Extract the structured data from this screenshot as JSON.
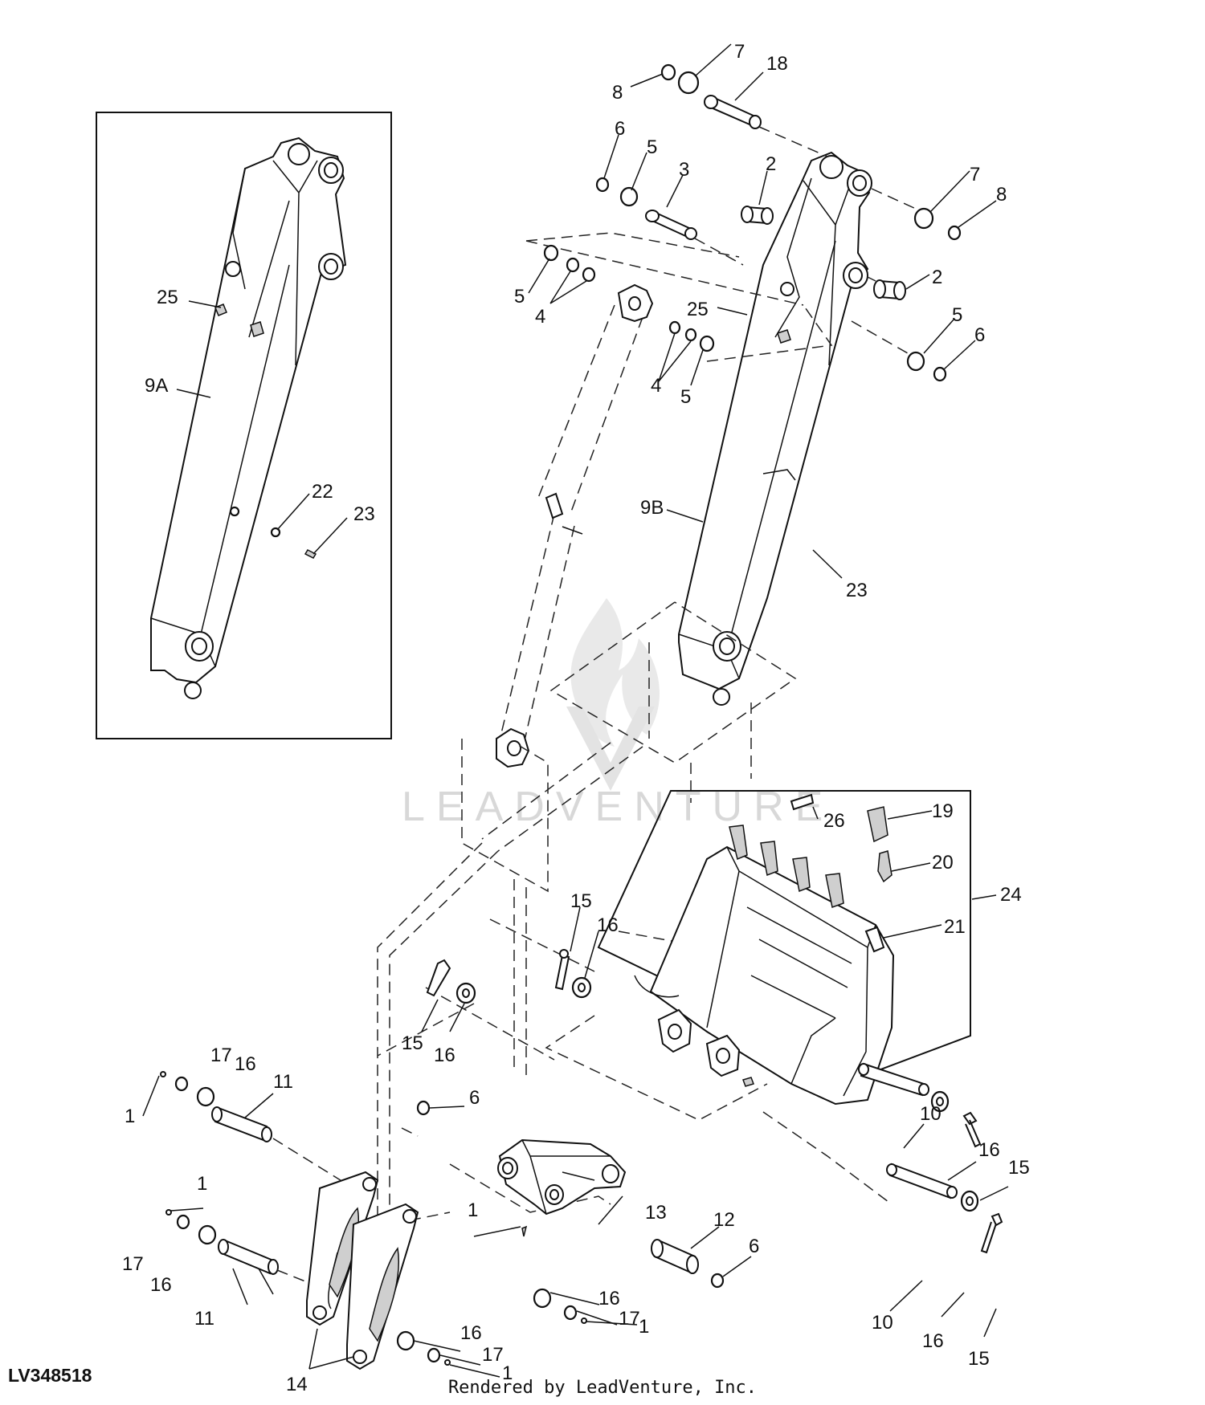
{
  "figure_id": "LV348518",
  "credit": "Rendered by LeadVenture, Inc.",
  "watermark": "LEADVENTURE",
  "callouts": [
    {
      "id": "c-7-top",
      "text": "7"
    },
    {
      "id": "c-18",
      "text": "18"
    },
    {
      "id": "c-8-top",
      "text": "8"
    },
    {
      "id": "c-6-a",
      "text": "6"
    },
    {
      "id": "c-5-a",
      "text": "5"
    },
    {
      "id": "c-3",
      "text": "3"
    },
    {
      "id": "c-2-a",
      "text": "2"
    },
    {
      "id": "c-7-right",
      "text": "7"
    },
    {
      "id": "c-8-right",
      "text": "8"
    },
    {
      "id": "c-2-b",
      "text": "2"
    },
    {
      "id": "c-5-b",
      "text": "5"
    },
    {
      "id": "c-4-a",
      "text": "4"
    },
    {
      "id": "c-25-b",
      "text": "25"
    },
    {
      "id": "c-4-b",
      "text": "4"
    },
    {
      "id": "c-5-c",
      "text": "5"
    },
    {
      "id": "c-5-d",
      "text": "5"
    },
    {
      "id": "c-6-b",
      "text": "6"
    },
    {
      "id": "c-25-a",
      "text": "25"
    },
    {
      "id": "c-9a",
      "text": "9A"
    },
    {
      "id": "c-22",
      "text": "22"
    },
    {
      "id": "c-23-a",
      "text": "23"
    },
    {
      "id": "c-9b",
      "text": "9B"
    },
    {
      "id": "c-23-b",
      "text": "23"
    },
    {
      "id": "c-26",
      "text": "26"
    },
    {
      "id": "c-19",
      "text": "19"
    },
    {
      "id": "c-20",
      "text": "20"
    },
    {
      "id": "c-24",
      "text": "24"
    },
    {
      "id": "c-21",
      "text": "21"
    },
    {
      "id": "c-15-a",
      "text": "15"
    },
    {
      "id": "c-16-a",
      "text": "16"
    },
    {
      "id": "c-15-b",
      "text": "15"
    },
    {
      "id": "c-16-b",
      "text": "16"
    },
    {
      "id": "c-17-a",
      "text": "17"
    },
    {
      "id": "c-16-c",
      "text": "16"
    },
    {
      "id": "c-11-a",
      "text": "11"
    },
    {
      "id": "c-1-a",
      "text": "1"
    },
    {
      "id": "c-6-c",
      "text": "6"
    },
    {
      "id": "c-10-a",
      "text": "10"
    },
    {
      "id": "c-16-d",
      "text": "16"
    },
    {
      "id": "c-15-c",
      "text": "15"
    },
    {
      "id": "c-1-b",
      "text": "1"
    },
    {
      "id": "c-1-c",
      "text": "1"
    },
    {
      "id": "c-13",
      "text": "13"
    },
    {
      "id": "c-17-b",
      "text": "17"
    },
    {
      "id": "c-16-e",
      "text": "16"
    },
    {
      "id": "c-11-b",
      "text": "11"
    },
    {
      "id": "c-12",
      "text": "12"
    },
    {
      "id": "c-6-d",
      "text": "6"
    },
    {
      "id": "c-16-f",
      "text": "16"
    },
    {
      "id": "c-17-c",
      "text": "17"
    },
    {
      "id": "c-1-d",
      "text": "1"
    },
    {
      "id": "c-16-g",
      "text": "16"
    },
    {
      "id": "c-17-d",
      "text": "17"
    },
    {
      "id": "c-1-e",
      "text": "1"
    },
    {
      "id": "c-14",
      "text": "14"
    },
    {
      "id": "c-10-b",
      "text": "10"
    },
    {
      "id": "c-16-h",
      "text": "16"
    },
    {
      "id": "c-15-d",
      "text": "15"
    }
  ]
}
